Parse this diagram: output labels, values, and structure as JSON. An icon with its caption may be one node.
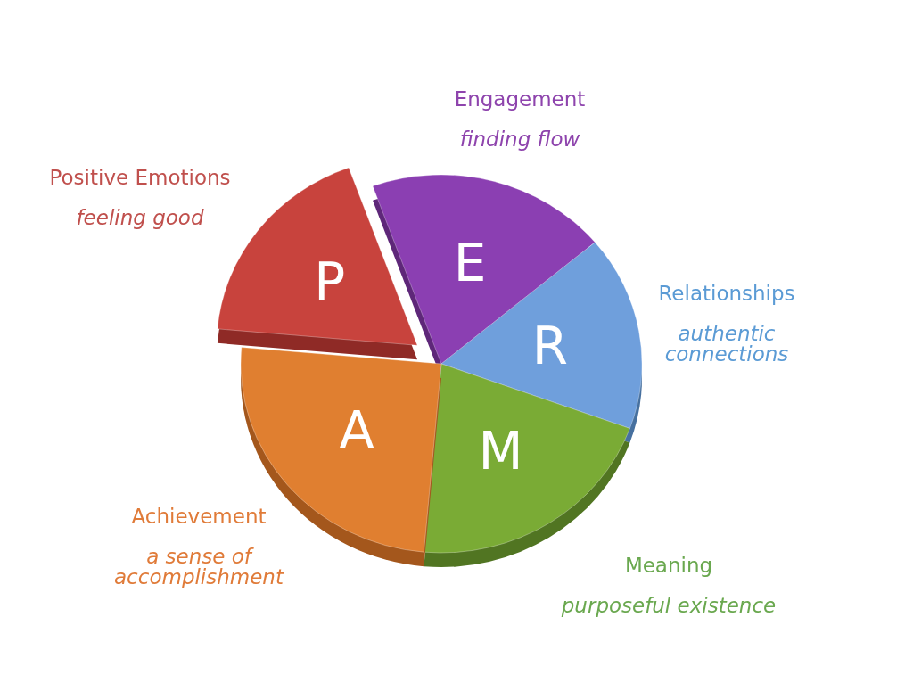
{
  "diagram": {
    "nodes": [
      {
        "text": [
          "P"
        ],
        "beside": [
          "Positive Emotions",
          "feeling good"
        ]
      },
      {
        "text": [
          "E"
        ],
        "beside": [
          "Engagement",
          "finding flow"
        ]
      },
      {
        "text": [
          "R"
        ],
        "beside": [
          "Relationships",
          "authentic connections"
        ]
      },
      {
        "text": [
          "M"
        ],
        "beside": [
          "Meaning",
          "purposeful existence"
        ]
      },
      {
        "text": [
          "A"
        ],
        "beside": [
          "Achievement",
          "a sense of accomplishment"
        ]
      }
    ],
    "edges": []
  }
}
